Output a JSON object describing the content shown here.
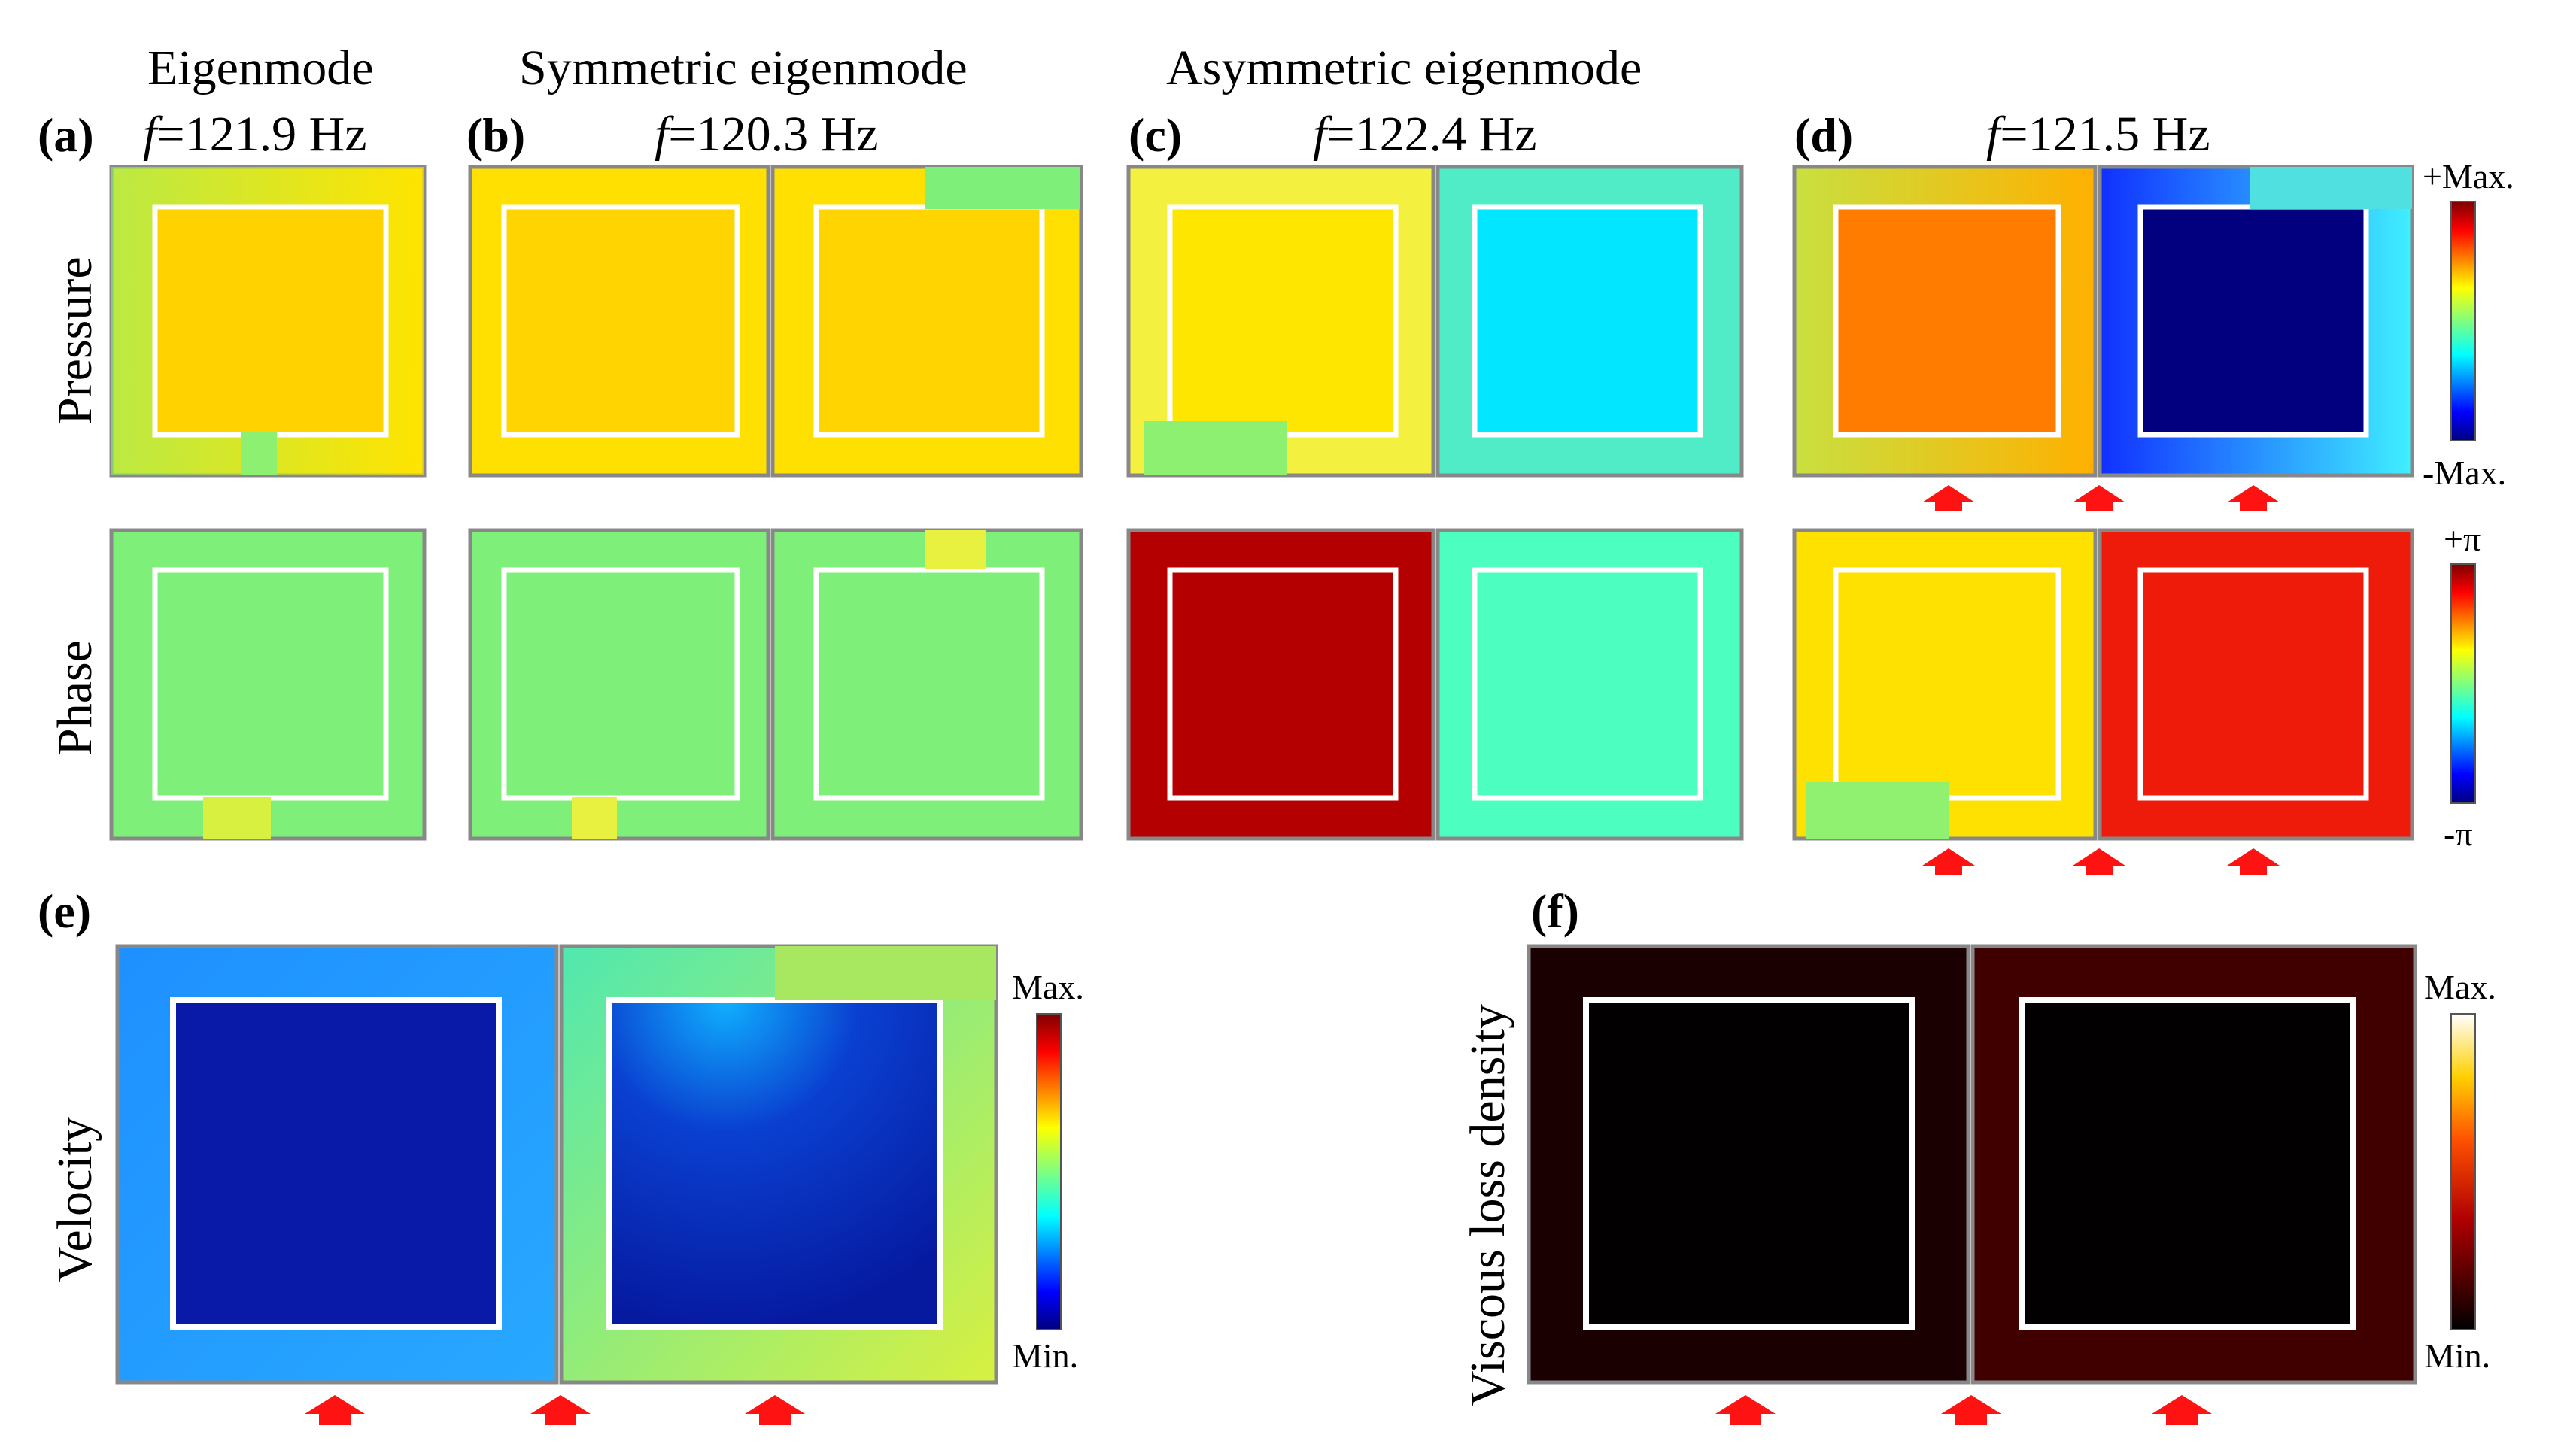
{
  "headers": {
    "a": "Eigenmode",
    "b": "Symmetric eigenmode",
    "c": "Asymmetric eigenmode"
  },
  "panels": {
    "a": {
      "label": "(a)",
      "freq_symbol": "f",
      "freq_value": "=121.9 Hz"
    },
    "b": {
      "label": "(b)",
      "freq_symbol": "f",
      "freq_value": "=120.3 Hz"
    },
    "c": {
      "label": "(c)",
      "freq_symbol": "f",
      "freq_value": "=122.4 Hz"
    },
    "d": {
      "label": "(d)",
      "freq_symbol": "f",
      "freq_value": "=121.5 Hz"
    },
    "e": {
      "label": "(e)"
    },
    "f": {
      "label": "(f)"
    }
  },
  "row_labels": {
    "pressure": "Pressure",
    "phase": "Phase",
    "velocity": "Velocity",
    "viscous": "Viscous  loss density"
  },
  "colorbars": {
    "pressure": {
      "max": "+Max.",
      "min": "-Max."
    },
    "phase": {
      "max": "+π",
      "min": "-π"
    },
    "velocity": {
      "max": "Max.",
      "min": "Min."
    },
    "viscous": {
      "max": "Max.",
      "min": "Min."
    }
  },
  "colors": {
    "pressure_bg": "#7ef07a",
    "yellow": "#ffe100",
    "orange": "#ff7c00",
    "navy": "#02007e",
    "cyan": "#03e6ff",
    "phase_red": "#ee1a0a",
    "dark_red": "#b40000",
    "teal": "#4cffc0",
    "arrow": "#ff1212",
    "velocity_dark": "#0a1aa8",
    "viscous_black": "#020000"
  }
}
